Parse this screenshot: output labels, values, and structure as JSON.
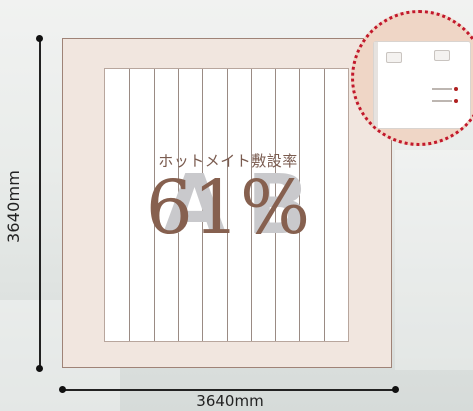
{
  "diagram": {
    "dimension_vertical": "3640mm",
    "dimension_horizontal": "3640mm",
    "caption": "ホットメイト敷設率",
    "rate": "61%",
    "background_lettering": "A B",
    "stripe_count": 10
  },
  "colors": {
    "floor_fill": "#f1e6df",
    "heated_area_fill": "#ffffff",
    "stripe": "#9a8b84",
    "caption_text": "#7a5b4f",
    "rate_text": "#86604f",
    "inset_border": "#c2182b",
    "inset_fill": "#efd6c6",
    "dimension_line": "#222222"
  },
  "icons": {
    "inset_device": "controller-panel-icon"
  }
}
